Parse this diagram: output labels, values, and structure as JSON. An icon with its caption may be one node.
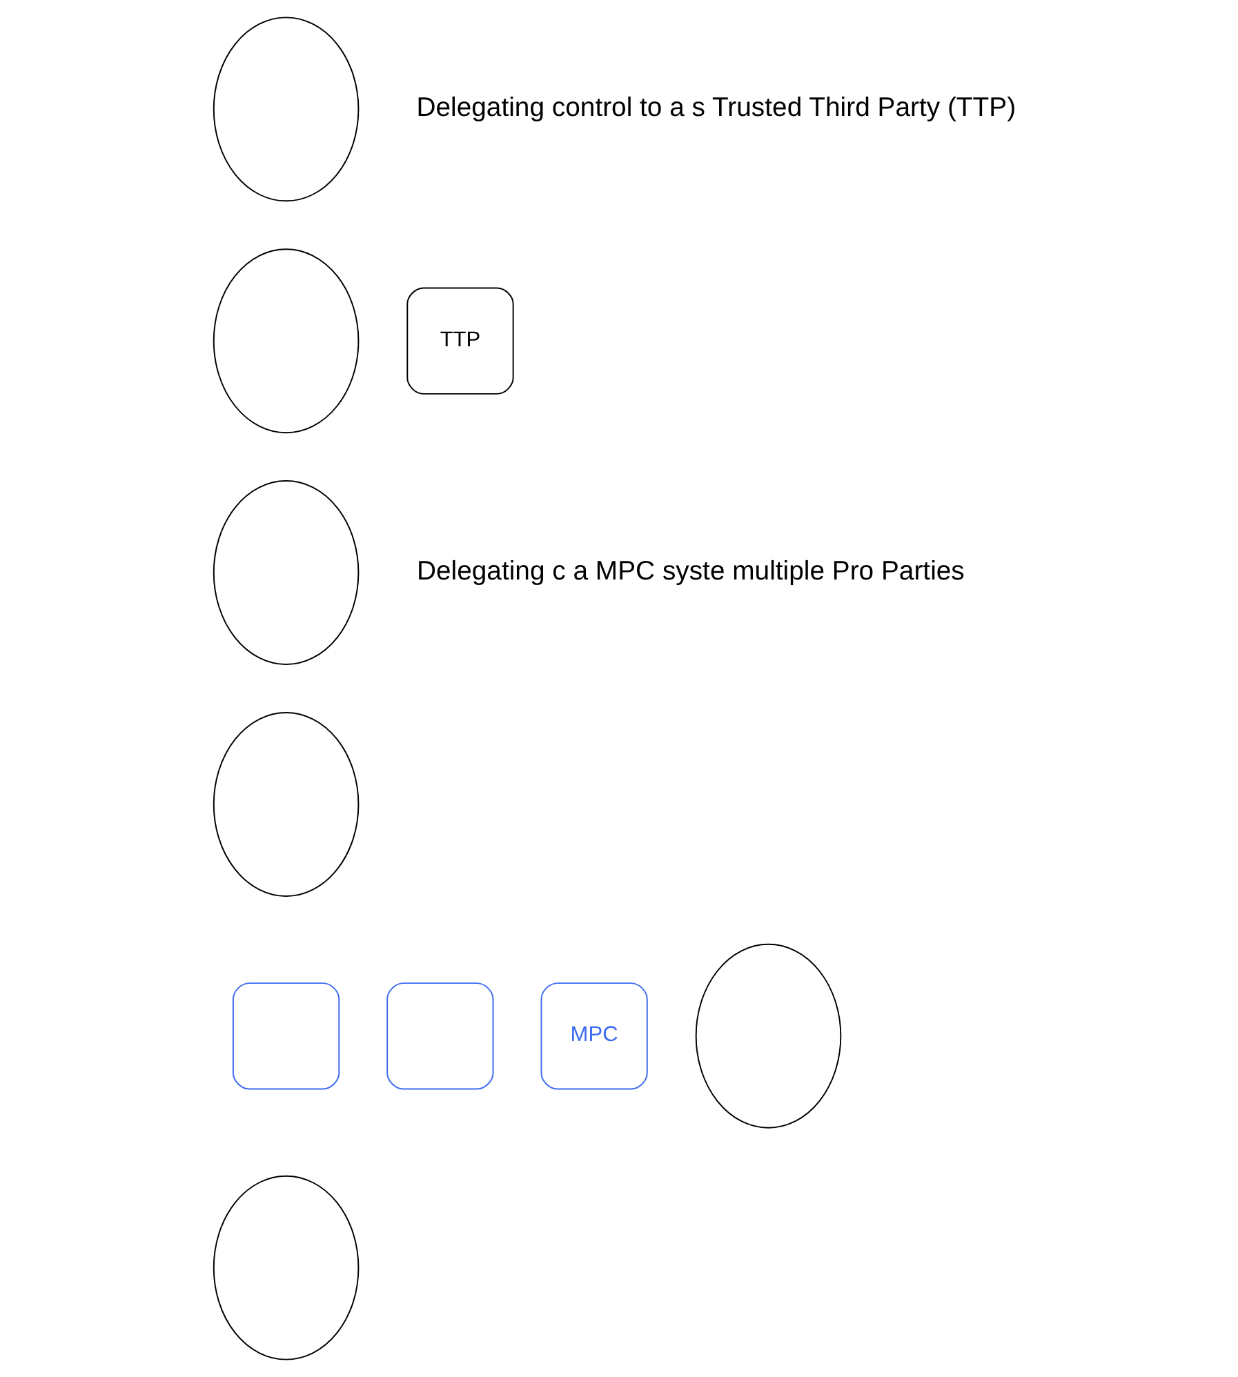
{
  "diagram": {
    "nodes": [
      {
        "text": [],
        "shape": "ellipse"
      },
      {
        "text": [],
        "shape": "ellipse"
      },
      {
        "text": [
          "TTP"
        ]
      },
      {
        "text": [],
        "shape": "ellipse"
      },
      {
        "text": [],
        "shape": "ellipse"
      },
      {
        "text": [],
        "shape": "box"
      },
      {
        "text": [],
        "shape": "box"
      },
      {
        "text": [
          "MPC"
        ]
      },
      {
        "text": [],
        "shape": "ellipse"
      },
      {
        "text": [],
        "shape": "ellipse"
      }
    ],
    "edges": [],
    "labels": [
      "Delegating control to a s Trusted Third Party (TTP)",
      "Delegating c a MPC syste multiple Pro Parties"
    ]
  }
}
